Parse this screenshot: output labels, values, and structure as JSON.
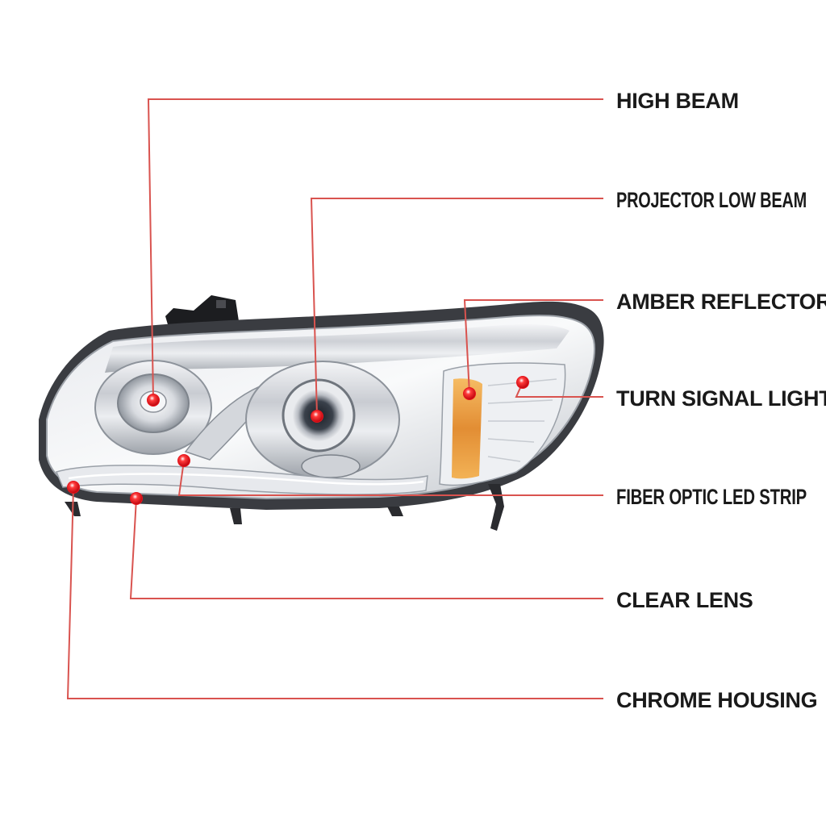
{
  "diagram": {
    "line_color": "#d9534f",
    "dot_color": "#e8141c",
    "labels": [
      {
        "id": "high-beam",
        "text": "HIGH BEAM"
      },
      {
        "id": "projector-low-beam",
        "text": "PROJECTOR LOW BEAM"
      },
      {
        "id": "amber-reflector",
        "text": "AMBER REFLECTOR"
      },
      {
        "id": "turn-signal-light",
        "text": "TURN SIGNAL LIGHT"
      },
      {
        "id": "fiber-optic-led-strip",
        "text": "FIBER OPTIC LED STRIP"
      },
      {
        "id": "clear-lens",
        "text": "CLEAR LENS"
      },
      {
        "id": "chrome-housing",
        "text": "CHROME HOUSING"
      }
    ]
  }
}
